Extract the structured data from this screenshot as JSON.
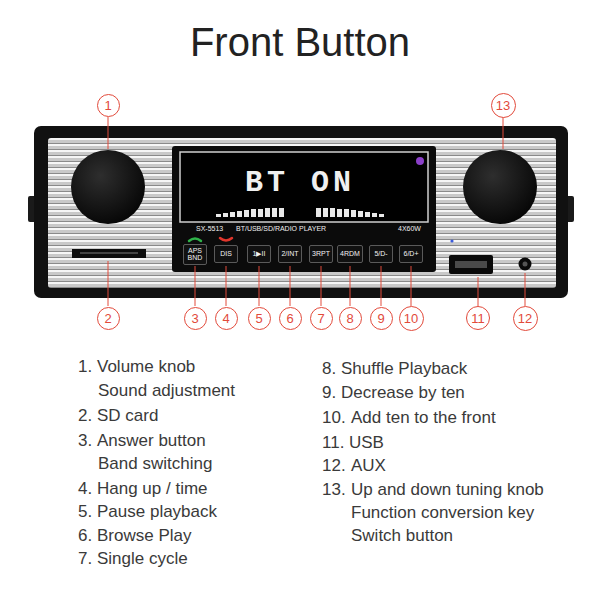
{
  "diagram": {
    "title": "Front Button",
    "nodes": [
      {
        "text": [
          "BT ON"
        ]
      },
      {
        "text": [
          "APS BND"
        ]
      },
      {
        "text": [
          "DIS"
        ]
      },
      {
        "text": [
          "1▶II"
        ]
      },
      {
        "text": [
          "2/INT"
        ]
      },
      {
        "text": [
          "3RPT"
        ]
      },
      {
        "text": [
          "4RDM"
        ]
      },
      {
        "text": [
          "5/D-"
        ]
      },
      {
        "text": [
          "6/D+"
        ]
      },
      {
        "text": [
          "1"
        ]
      },
      {
        "text": [
          "2"
        ]
      },
      {
        "text": [
          "3"
        ]
      },
      {
        "text": [
          "4"
        ]
      },
      {
        "text": [
          "5"
        ]
      },
      {
        "text": [
          "6"
        ]
      },
      {
        "text": [
          "7"
        ]
      },
      {
        "text": [
          "8"
        ]
      },
      {
        "text": [
          "9"
        ]
      },
      {
        "text": [
          "10"
        ]
      },
      {
        "text": [
          "11"
        ]
      },
      {
        "text": [
          "12"
        ]
      },
      {
        "text": [
          "13"
        ]
      }
    ],
    "labels": [
      "SX-5513",
      "BT/USB/SD/RADIO PLAYER",
      "4X60W",
      "1.",
      "Volume knob",
      "Sound adjustment",
      "2.",
      "SD card",
      "3.",
      "Answer button",
      "Band switching",
      "4.",
      "Hang up / time",
      "5.",
      "Pause playback",
      "6.",
      "Browse Play",
      "7.",
      "Single cycle",
      "8.",
      "Shuffle Playback",
      "9.",
      "Decrease by ten",
      "10.",
      "Add ten to the front",
      "11.",
      "USB",
      "12.",
      "AUX",
      "13.",
      "Up and down tuning knob",
      "Function conversion key",
      "Switch button"
    ]
  }
}
